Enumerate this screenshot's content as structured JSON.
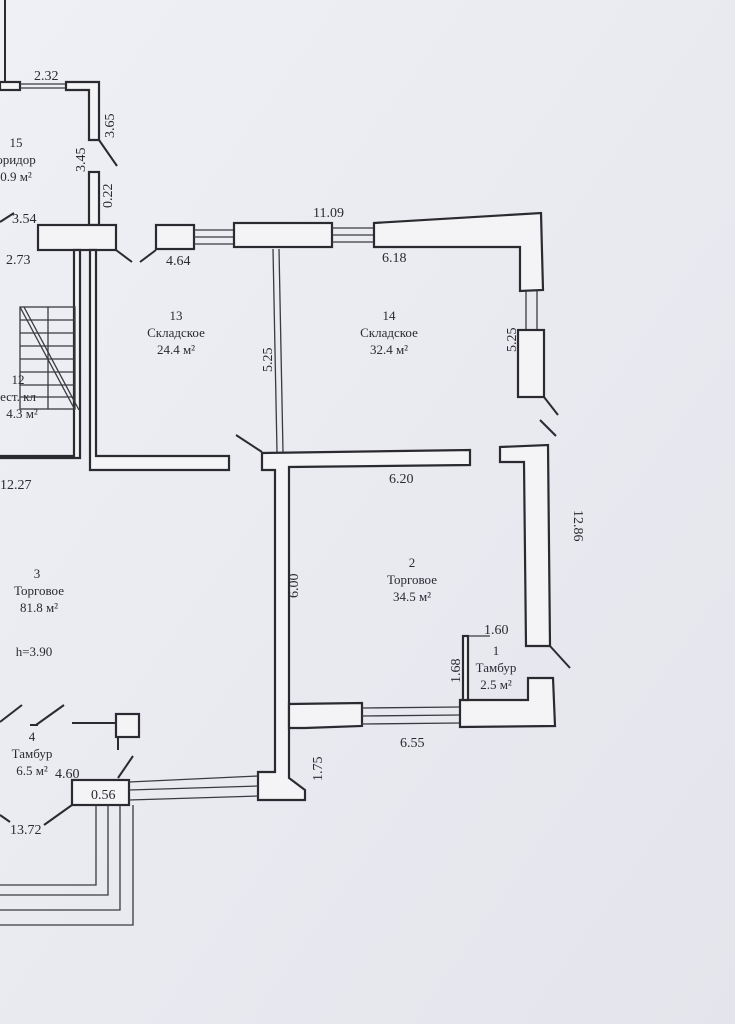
{
  "plan": {
    "paper_color": "#eceef3",
    "ink_color": "#2a2a30",
    "rooms": [
      {
        "number": "15",
        "name": "оридор",
        "area": "0.9 м²"
      },
      {
        "number": "13",
        "name": "Складское",
        "area": "24.4 м²"
      },
      {
        "number": "14",
        "name": "Складское",
        "area": "32.4 м²"
      },
      {
        "number": "12",
        "name": "ест. кл",
        "area": "4.3 м²"
      },
      {
        "number": "3",
        "name": "Торговое",
        "area": "81.8 м²"
      },
      {
        "number": "2",
        "name": "Торговое",
        "area": "34.5 м²"
      },
      {
        "number": "1",
        "name": "Тамбур",
        "area": "2.5 м²"
      },
      {
        "number": "4",
        "name": "Тамбур",
        "area": "6.5 м²"
      }
    ],
    "height_note": "h=3.90",
    "dimensions": {
      "d_2_32": "2.32",
      "d_3_65": "3.65",
      "d_3_45": "3.45",
      "d_0_22": "0.22",
      "d_3_54": "3.54",
      "d_2_73": "2.73",
      "d_11_09": "11.09",
      "d_4_64": "4.64",
      "d_6_18": "6.18",
      "d_5_25a": "5.25",
      "d_5_25b": "5.25",
      "d_12_27": "12.27",
      "d_6_20": "6.20",
      "d_12_86": "12.86",
      "d_6_00": "6.00",
      "d_1_60": "1.60",
      "d_1_68": "1.68",
      "d_6_55": "6.55",
      "d_1_75": "1.75",
      "d_4_60": "4.60",
      "d_0_56": "0.56",
      "d_13_72": "13.72"
    }
  }
}
